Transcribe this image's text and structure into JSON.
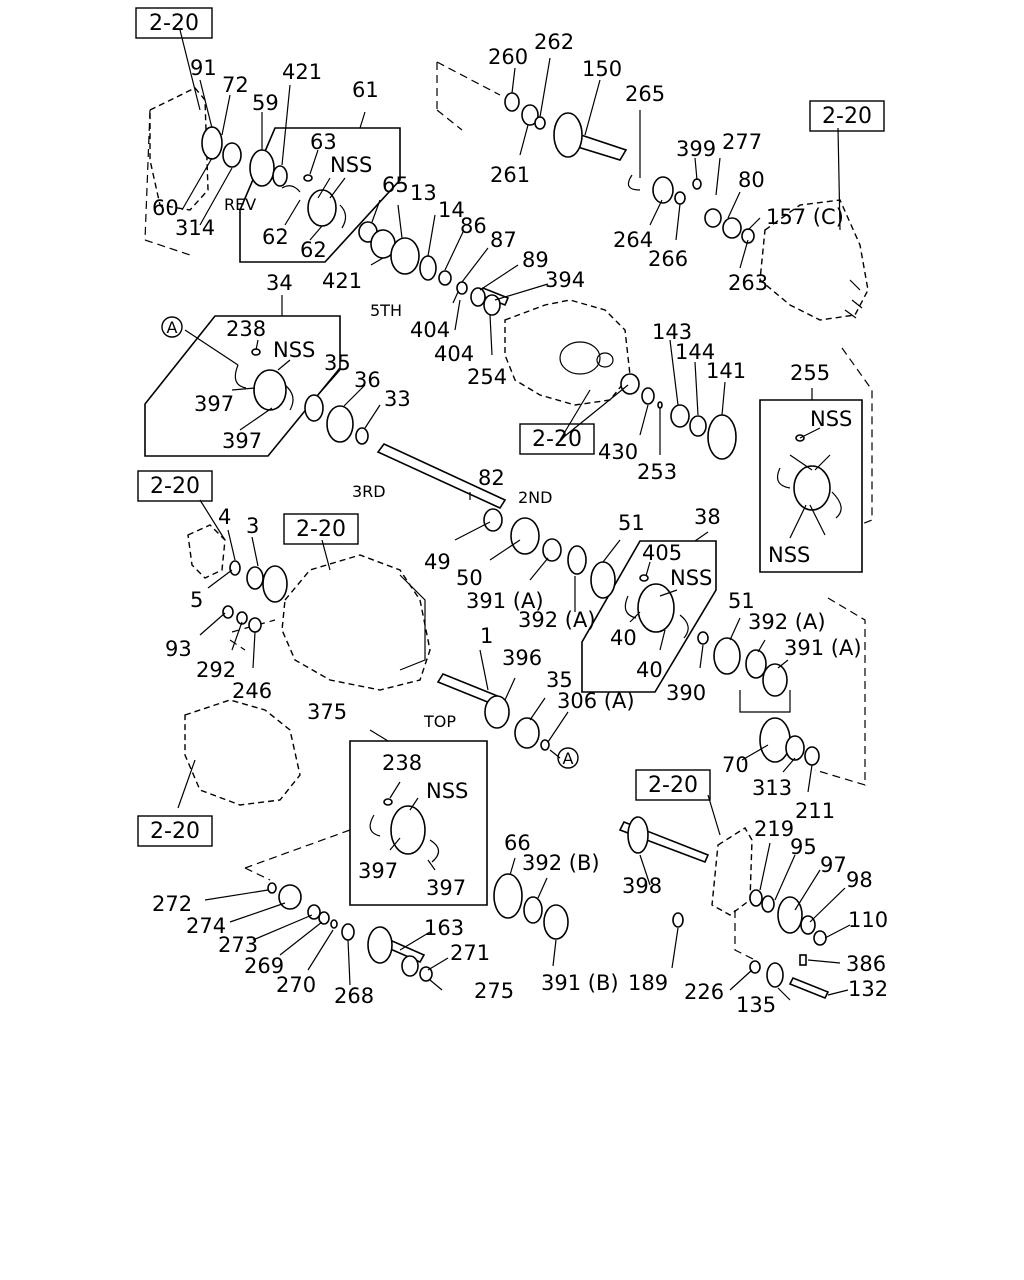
{
  "callouts": [
    "60",
    "314",
    "91",
    "72",
    "59",
    "421",
    "61",
    "63",
    "NSS",
    "62",
    "62",
    "65",
    "13",
    "14",
    "86",
    "87",
    "89",
    "394",
    "421",
    "404",
    "404",
    "254",
    "260",
    "262",
    "150",
    "265",
    "261",
    "399",
    "277",
    "80",
    "157 (C)",
    "264",
    "266",
    "263",
    "34",
    "238",
    "NSS",
    "397",
    "397",
    "35",
    "36",
    "33",
    "143",
    "144",
    "141",
    "430",
    "253",
    "255",
    "NSS",
    "NSS",
    "82",
    "4",
    "3",
    "5",
    "93",
    "292",
    "246",
    "49",
    "50",
    "391 (A)",
    "392 (A)",
    "51",
    "38",
    "405",
    "NSS",
    "40",
    "40",
    "390",
    "51",
    "392 (A)",
    "391 (A)",
    "1",
    "396",
    "35",
    "306 (A)",
    "70",
    "313",
    "211",
    "375",
    "238",
    "NSS",
    "397",
    "397",
    "66",
    "392 (B)",
    "391 (B)",
    "272",
    "274",
    "273",
    "269",
    "270",
    "268",
    "163",
    "271",
    "275",
    "398",
    "219",
    "95",
    "97",
    "98",
    "110",
    "189",
    "226",
    "135",
    "386",
    "132"
  ],
  "ref_boxes": [
    "2-20",
    "2-20",
    "2-20",
    "2-20",
    "2-20",
    "2-20",
    "2-20"
  ],
  "circle_refs": [
    "A",
    "A"
  ],
  "words": [
    "REV",
    "5TH",
    "3RD",
    "2ND",
    "TOP"
  ]
}
